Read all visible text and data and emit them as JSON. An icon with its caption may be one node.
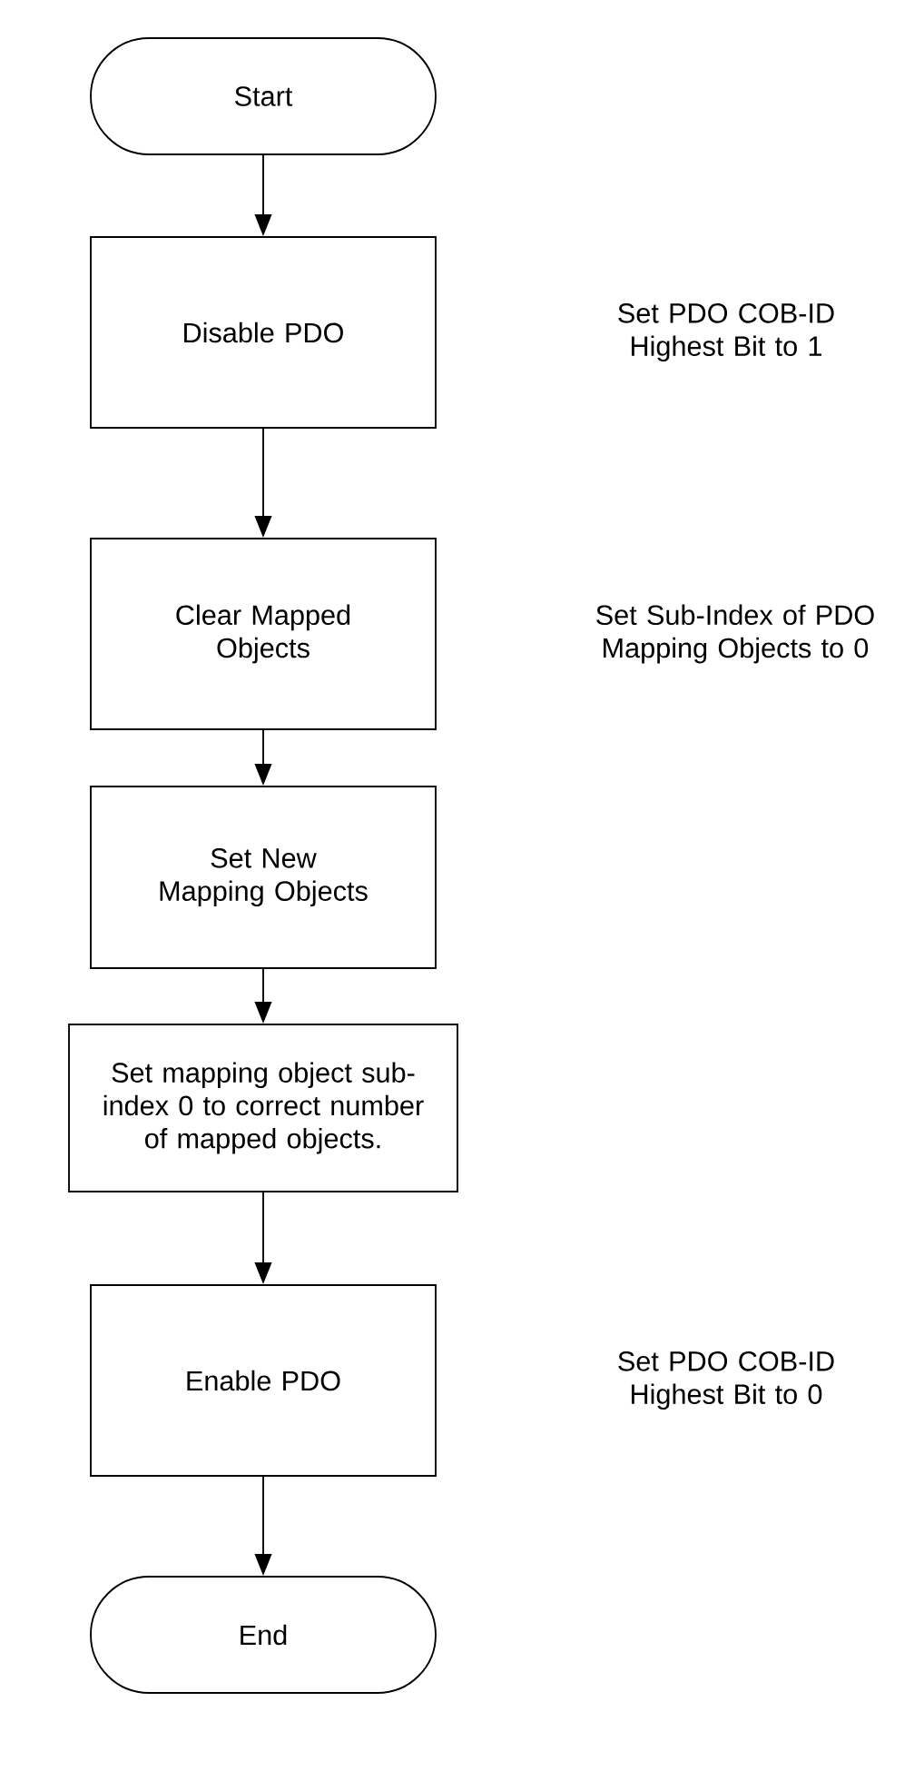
{
  "diagram": {
    "nodes": [
      {
        "text": [
          "Start"
        ]
      },
      {
        "text": [
          "Disable PDO"
        ]
      },
      {
        "text": [
          "Clear Mapped Objects"
        ]
      },
      {
        "text": [
          "Set New Mapping Objects"
        ]
      },
      {
        "text": [
          "Set mapping object sub-index 0 to correct number of mapped objects."
        ]
      },
      {
        "text": [
          "Enable PDO"
        ]
      },
      {
        "text": [
          "End"
        ]
      }
    ],
    "edges": [
      {
        "from": 0,
        "to": 1,
        "arrow": "to"
      },
      {
        "from": 1,
        "to": 2,
        "arrow": "to"
      },
      {
        "from": 2,
        "to": 3,
        "arrow": "to"
      },
      {
        "from": 3,
        "to": 4,
        "arrow": "to"
      },
      {
        "from": 4,
        "to": 5,
        "arrow": "to"
      },
      {
        "from": 5,
        "to": 6,
        "arrow": "to"
      }
    ],
    "labels": [
      "Set PDO COB-ID Highest Bit to 1",
      "Set Sub-Index of PDO Mapping Objects to 0",
      "Set PDO COB-ID Highest Bit to 0"
    ]
  }
}
